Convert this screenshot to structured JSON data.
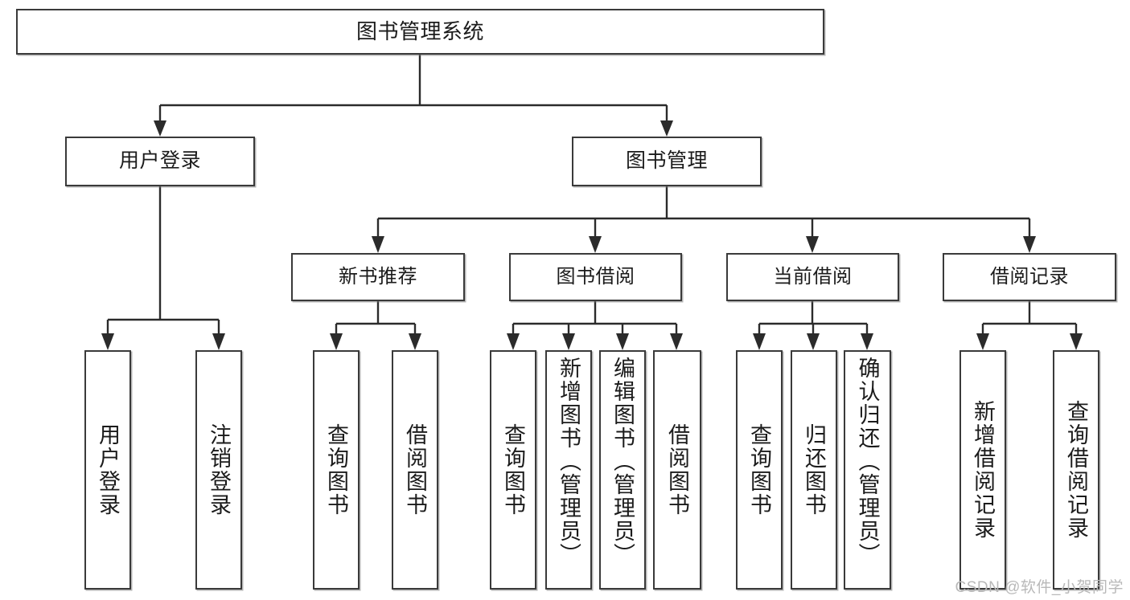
{
  "diagram": {
    "type": "tree",
    "title": "图书管理系统",
    "orientation": "top-down",
    "colors": {
      "box_border": "#3a3a3a",
      "connector": "#2b2b2b",
      "background": "#ffffff",
      "watermark": "#b9b9b9"
    }
  },
  "root": {
    "label": "图书管理系统"
  },
  "level2": [
    {
      "label": "用户登录"
    },
    {
      "label": "图书管理"
    }
  ],
  "level3": [
    {
      "label": "新书推荐"
    },
    {
      "label": "图书借阅"
    },
    {
      "label": "当前借阅"
    },
    {
      "label": "借阅记录"
    }
  ],
  "leaves": {
    "user_login": [
      {
        "label": "用户登录"
      },
      {
        "label": "注销登录"
      }
    ],
    "new_book_recommend": [
      {
        "label": "查询图书"
      },
      {
        "label": "借阅图书"
      }
    ],
    "book_borrow": [
      {
        "label": "查询图书"
      },
      {
        "label": "新增图书（管理员）"
      },
      {
        "label": "编辑图书（管理员）"
      },
      {
        "label": "借阅图书"
      }
    ],
    "current_borrow": [
      {
        "label": "查询图书"
      },
      {
        "label": "归还图书"
      },
      {
        "label": "确认归还（管理员）"
      }
    ],
    "borrow_record": [
      {
        "label": "新增借阅记录"
      },
      {
        "label": "查询借阅记录"
      }
    ]
  },
  "watermark": {
    "text": "CSDN @软件_小贺同学"
  }
}
